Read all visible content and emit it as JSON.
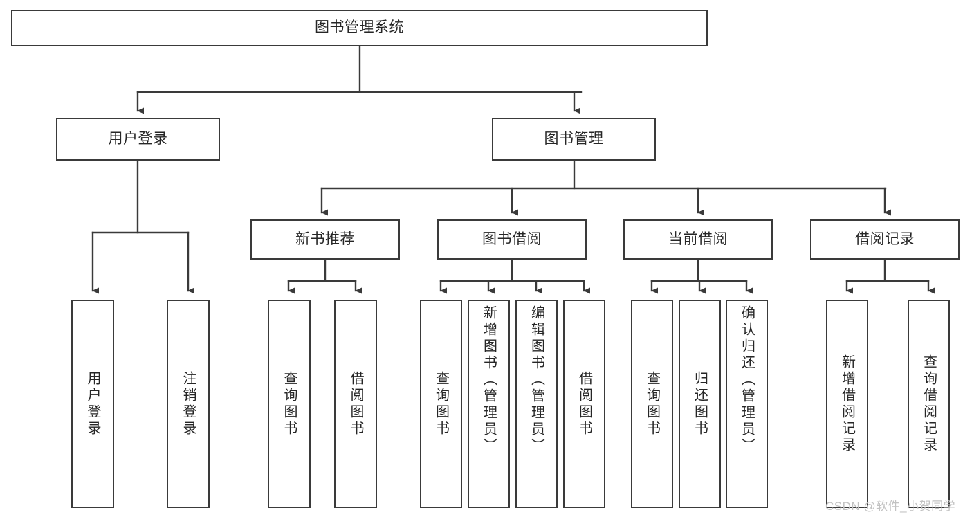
{
  "diagram": {
    "type": "tree-hierarchy",
    "title": "图书管理系统",
    "root": {
      "id": "root",
      "label": "图书管理系统"
    },
    "level2": [
      {
        "id": "user-login",
        "label": "用户登录"
      },
      {
        "id": "book-manage",
        "label": "图书管理"
      }
    ],
    "level3": [
      {
        "id": "new-book-rec",
        "label": "新书推荐",
        "parent": "book-manage"
      },
      {
        "id": "book-borrow",
        "label": "图书借阅",
        "parent": "book-manage"
      },
      {
        "id": "current-borrow",
        "label": "当前借阅",
        "parent": "book-manage"
      },
      {
        "id": "borrow-record",
        "label": "借阅记录",
        "parent": "book-manage"
      }
    ],
    "leaves": [
      {
        "id": "leaf-user-login",
        "label": "用户登录",
        "parent": "user-login"
      },
      {
        "id": "leaf-logout",
        "label": "注销登录",
        "parent": "user-login"
      },
      {
        "id": "leaf-query-book-1",
        "label": "查询图书",
        "parent": "new-book-rec"
      },
      {
        "id": "leaf-borrow-book-1",
        "label": "借阅图书",
        "parent": "new-book-rec"
      },
      {
        "id": "leaf-query-book-2",
        "label": "查询图书",
        "parent": "book-borrow"
      },
      {
        "id": "leaf-add-book",
        "label": "新增图书（管理员）",
        "parent": "book-borrow"
      },
      {
        "id": "leaf-edit-book",
        "label": "编辑图书（管理员）",
        "parent": "book-borrow"
      },
      {
        "id": "leaf-borrow-book-2",
        "label": "借阅图书",
        "parent": "book-borrow"
      },
      {
        "id": "leaf-query-book-3",
        "label": "查询图书",
        "parent": "current-borrow"
      },
      {
        "id": "leaf-return-book",
        "label": "归还图书",
        "parent": "current-borrow"
      },
      {
        "id": "leaf-confirm-return",
        "label": "确认归还（管理员）",
        "parent": "current-borrow"
      },
      {
        "id": "leaf-add-record",
        "label": "新增借阅记录",
        "parent": "borrow-record"
      },
      {
        "id": "leaf-query-record",
        "label": "查询借阅记录",
        "parent": "borrow-record"
      }
    ],
    "colors": {
      "stroke": "#3a3a3a",
      "text": "#262626",
      "background": "#ffffff",
      "watermark": "#c2c2c2"
    }
  },
  "watermark": {
    "text": "CSDN @软件_小贺同学"
  }
}
